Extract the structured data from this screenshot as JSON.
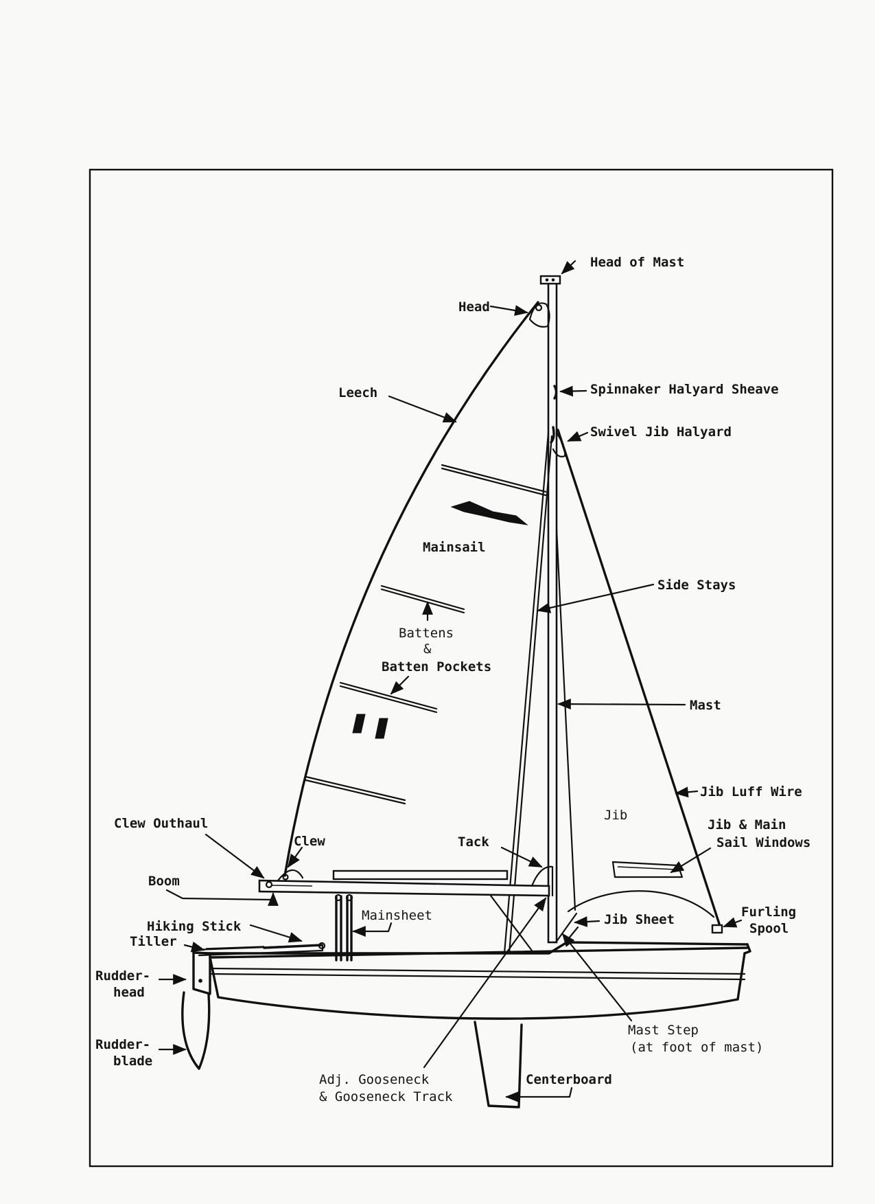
{
  "labels": {
    "head_of_mast": "Head of Mast",
    "head": "Head",
    "leech": "Leech",
    "spinnaker_halyard_sheave": "Spinnaker Halyard Sheave",
    "swivel_jib_halyard": "Swivel Jib Halyard",
    "mainsail": "Mainsail",
    "side_stays": "Side Stays",
    "battens_line1": "Battens",
    "battens_line2": "&",
    "battens_line3": "Batten Pockets",
    "mast": "Mast",
    "jib_luff_wire": "Jib Luff Wire",
    "jib": "Jib",
    "clew_outhaul": "Clew Outhaul",
    "clew": "Clew",
    "tack": "Tack",
    "jib_main_windows_line1": "Jib & Main",
    "jib_main_windows_line2": "Sail Windows",
    "boom": "Boom",
    "mainsheet": "Mainsheet",
    "jib_sheet": "Jib Sheet",
    "furling_spool_line1": "Furling",
    "furling_spool_line2": "Spool",
    "hiking_stick": "Hiking Stick",
    "tiller": "Tiller",
    "rudderhead_line1": "Rudder-",
    "rudderhead_line2": "head",
    "rudderblade_line1": "Rudder-",
    "rudderblade_line2": "blade",
    "mast_step_line1": "Mast Step",
    "mast_step_line2": "(at foot of mast)",
    "gooseneck_line1": "Adj. Gooseneck",
    "gooseneck_line2": "& Gooseneck Track",
    "centerboard": "Centerboard"
  }
}
